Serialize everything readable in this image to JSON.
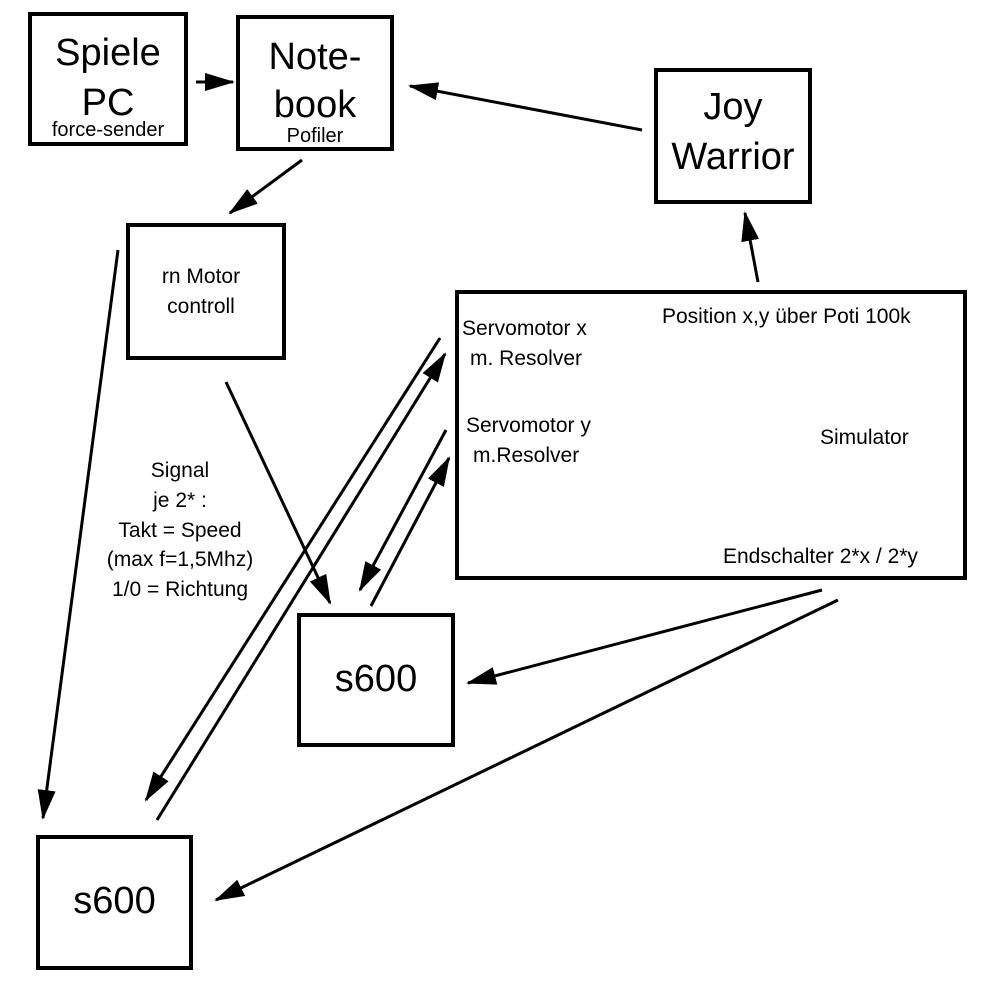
{
  "spiele_pc": {
    "line1": "Spiele",
    "line2": "PC",
    "sub": "force-sender"
  },
  "notebook": {
    "line1": "Note-",
    "line2": "book",
    "sub": "Pofiler"
  },
  "joywarrior": {
    "line1": "Joy",
    "line2": "Warrior"
  },
  "motor_controll": {
    "line1": "rn Motor",
    "line2": "controll"
  },
  "simulator": {
    "position": "Position x,y über Poti 100k",
    "servo_x_1": "Servomotor x",
    "servo_x_2": "m. Resolver",
    "servo_y_1": "Servomotor y",
    "servo_y_2": "m.Resolver",
    "name": "Simulator",
    "endschalter": "Endschalter 2*x / 2*y"
  },
  "s600_a": "s600",
  "s600_b": "s600",
  "signal": {
    "l1": "Signal",
    "l2": "je 2* :",
    "l3": "Takt = Speed",
    "l4": "(max f=1,5Mhz)",
    "l5": "1/0 = Richtung"
  }
}
